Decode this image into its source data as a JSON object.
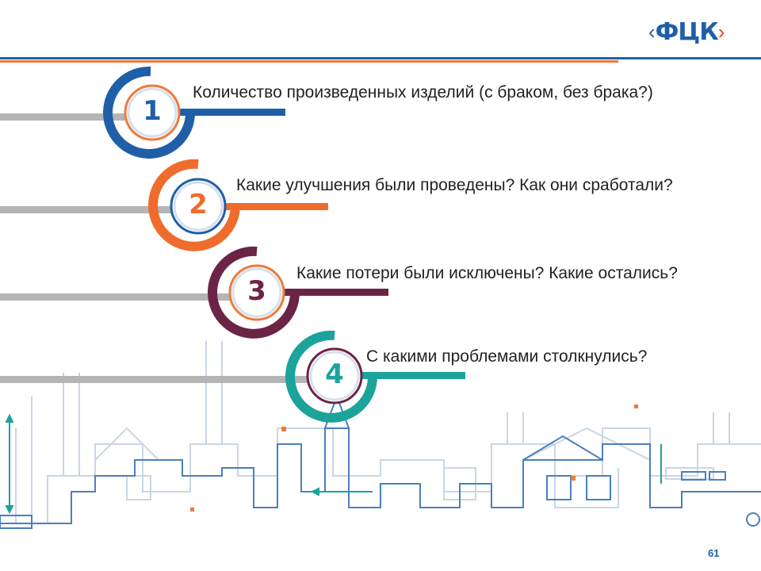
{
  "header": {
    "logo_text": "ФЦК",
    "logo_colors": {
      "blue": "#1f5fa8",
      "orange": "#e8462b"
    }
  },
  "items": [
    {
      "number": "1",
      "text": "Количество произведенных изделий (с браком, без брака?)",
      "color": "#1f5fa8"
    },
    {
      "number": "2",
      "text": "Какие улучшения были проведены? Как они сработали?",
      "color": "#ef6c2c"
    },
    {
      "number": "3",
      "text": "Какие потери были исключены? Какие остались?",
      "color": "#6b2446"
    },
    {
      "number": "4",
      "text": "С какими проблемами столкнулись?",
      "color": "#1ba39c"
    }
  ],
  "footer": {
    "page_number": "61"
  }
}
